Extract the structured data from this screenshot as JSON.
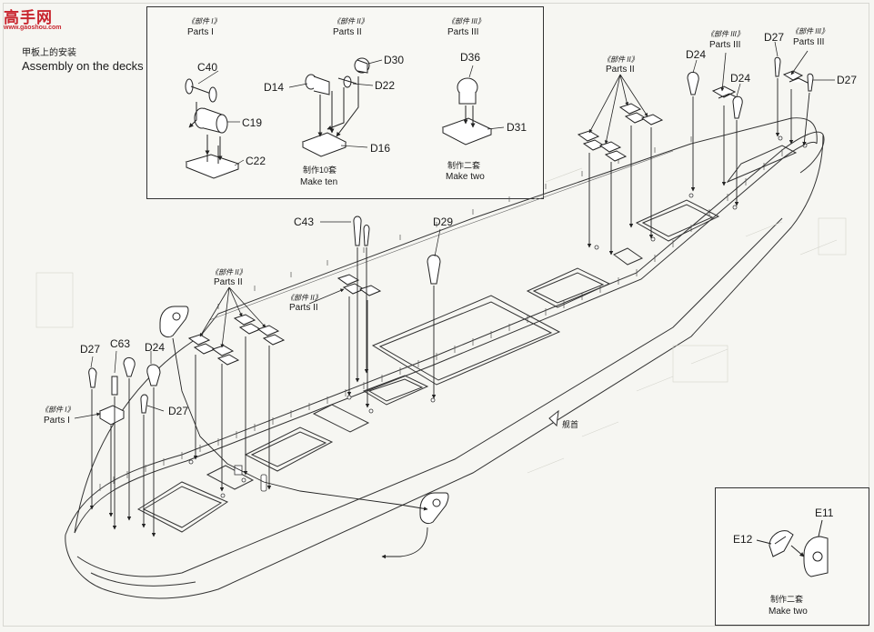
{
  "logo": {
    "text": "高手网",
    "url": "www.gaoshou.com"
  },
  "section": {
    "title_cn": "甲板上的安装",
    "title_en": "Assembly on the decks"
  },
  "parts_cn": "《部件 I》",
  "parts_cn_2": "《部件 II》",
  "parts_cn_3": "《部件 III》",
  "parts_1": "Parts I",
  "parts_2": "Parts II",
  "parts_3": "Parts III",
  "inset_top": {
    "make_ten_cn": "制作10套",
    "make_ten_en": "Make ten",
    "make_two_cn": "制作二套",
    "make_two_en": "Make two"
  },
  "inset_bottom": {
    "make_two_cn": "制作二套",
    "make_two_en": "Make two"
  },
  "bow_label": "舰首",
  "parts": {
    "C40": "C40",
    "C19": "C19",
    "C22": "C22",
    "D14": "D14",
    "D30": "D30",
    "D22": "D22",
    "D16": "D16",
    "D36": "D36",
    "D31": "D31",
    "D24": "D24",
    "D27": "D27",
    "C43": "C43",
    "D29": "D29",
    "C63": "C63",
    "E11": "E11",
    "E12": "E12"
  }
}
